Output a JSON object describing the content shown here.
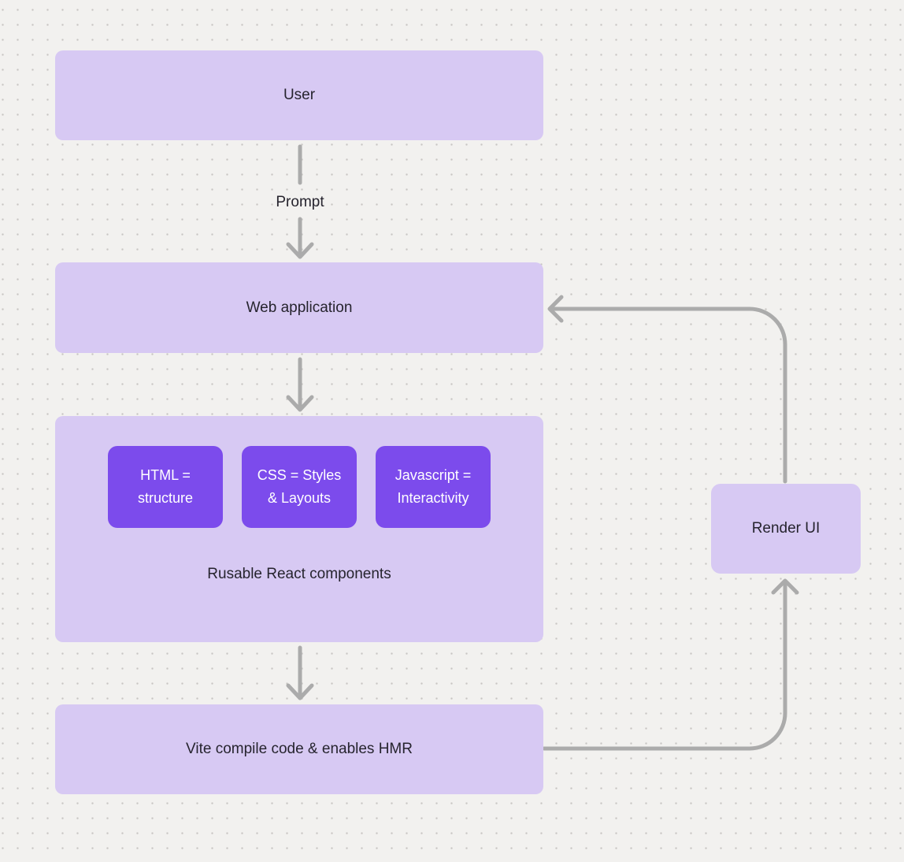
{
  "diagram": {
    "background": {
      "color": "#F2F1EF",
      "dot_color": "#C8C6C3"
    },
    "colors": {
      "node_light": "#D7C9F3",
      "node_dark": "#7C4BEC",
      "connector": "#ABABAB",
      "text_dark": "#26242E",
      "text_light": "#FFFFFF"
    },
    "nodes": {
      "user": {
        "label": "User"
      },
      "web_application": {
        "label": "Web application"
      },
      "components_group": {
        "caption": "Rusable React components",
        "items": [
          {
            "label": "HTML = structure"
          },
          {
            "label": "CSS = Styles & Layouts"
          },
          {
            "label": "Javascript = Interactivity"
          }
        ]
      },
      "vite": {
        "label": "Vite compile code & enables HMR"
      },
      "render_ui": {
        "label": "Render UI"
      }
    },
    "connectors": {
      "prompt_label": "Prompt"
    }
  }
}
